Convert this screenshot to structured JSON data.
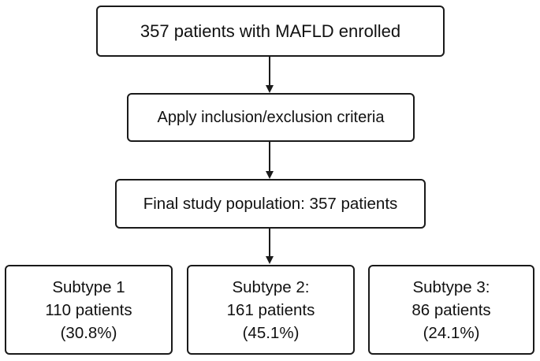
{
  "flowchart": {
    "enrolled": "357 patients with MAFLD enrolled",
    "criteria": "Apply inclusion/exclusion criteria",
    "final_population": "Final study population: 357 patients",
    "subtypes": [
      {
        "title": "Subtype 1",
        "count": "110 patients",
        "percent": "(30.8%)"
      },
      {
        "title": "Subtype 2:",
        "count": "161 patients",
        "percent": "(45.1%)"
      },
      {
        "title": "Subtype 3:",
        "count": "86 patients",
        "percent": "(24.1%)"
      }
    ]
  },
  "colors": {
    "line": "#1a1a1a",
    "box_fill": "#ffffff"
  }
}
